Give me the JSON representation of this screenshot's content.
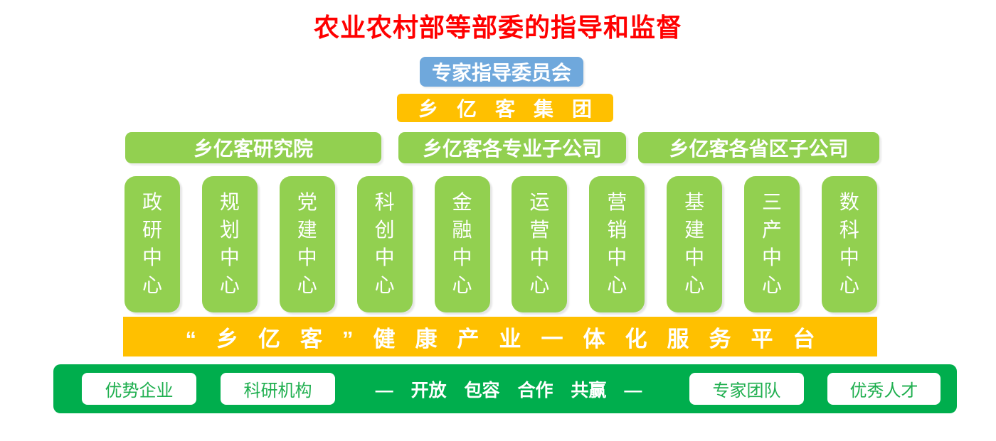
{
  "title": {
    "text": "农业农村部等部委的指导和监督"
  },
  "committee": {
    "label": "专家指导委员会"
  },
  "group": {
    "label": "乡亿客集团"
  },
  "divisions": [
    {
      "label": "乡亿客研究院"
    },
    {
      "label": "乡亿客各专业子公司"
    },
    {
      "label": "乡亿客各省区子公司"
    }
  ],
  "centers": [
    {
      "label": "政研中心"
    },
    {
      "label": "规划中心"
    },
    {
      "label": "党建中心"
    },
    {
      "label": "科创中心"
    },
    {
      "label": "金融中心"
    },
    {
      "label": "运营中心"
    },
    {
      "label": "营销中心"
    },
    {
      "label": "基建中心"
    },
    {
      "label": "三产中心"
    },
    {
      "label": "数科中心"
    }
  ],
  "platform": {
    "label": "“乡亿客”健康产业一体化服务平台"
  },
  "bottom": {
    "tags_left": [
      {
        "label": "优势企业"
      },
      {
        "label": "科研机构"
      }
    ],
    "slogan": "— 开放 包容 合作 共赢 —",
    "tags_right": [
      {
        "label": "专家团队"
      },
      {
        "label": "优秀人才"
      }
    ]
  },
  "colors": {
    "title_red": "#FF0000",
    "committee_blue": "#6FA8DC",
    "amber": "#FFC000",
    "light_green": "#92D050",
    "dark_green": "#00AE4D",
    "tag_text_green": "#1FAF4F"
  }
}
